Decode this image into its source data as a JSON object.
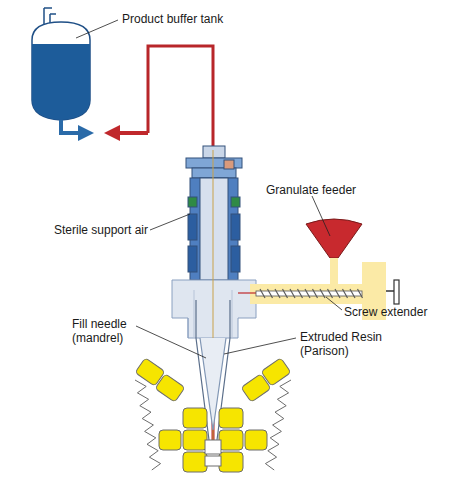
{
  "diagram": {
    "labels": [
      "Product buffer tank",
      "Sterile support air",
      "Granulate feeder",
      "Fill needle (mandrel)",
      "Screw extender",
      "Extruded Resin (Parison)"
    ]
  }
}
